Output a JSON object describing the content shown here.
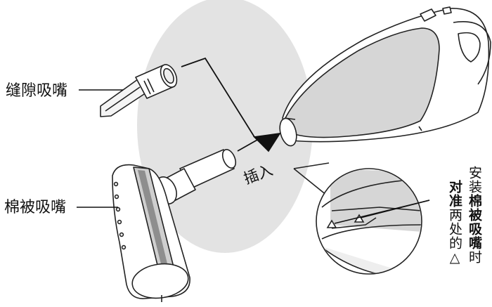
{
  "labels": {
    "crevice_nozzle": "缝隙吸嘴",
    "bedding_nozzle": "棉被吸嘴",
    "insert": "插入"
  },
  "note": {
    "line1_prefix": "安装",
    "line1_bold": "棉被吸嘴",
    "line1_suffix": "时",
    "line2_bold": "对准",
    "line2_rest": "两处的△"
  }
}
